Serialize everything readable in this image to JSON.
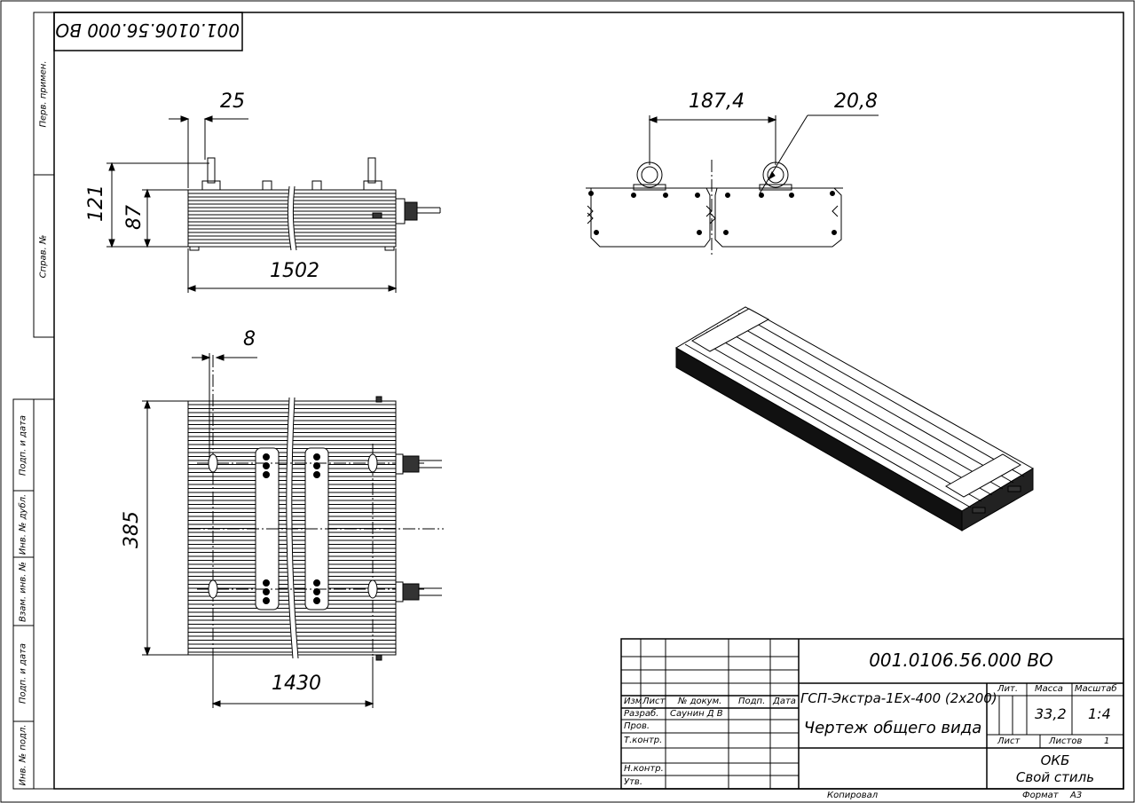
{
  "designation_rotated": "001.0106.56.000 ВО",
  "side_stamps": [
    "Перв. примен.",
    "Справ. №",
    "Подп. и дата",
    "Инв. № дубл.",
    "Взам. инв. №",
    "Подп. и дата",
    "Инв. № подл."
  ],
  "dimensions": {
    "d25": "25",
    "d121": "121",
    "d87": "87",
    "d1502": "1502",
    "d8": "8",
    "d385": "385",
    "d1430": "1430",
    "d187_4": "187,4",
    "d20_8": "20,8"
  },
  "title_block": {
    "designation": "001.0106.56.000 ВО",
    "product_name": "ГСП-Экстра-1Ех-400 (2х200)",
    "doc_name": "Чертеж общего вида",
    "col_izm": "Изм",
    "col_list": "Лист",
    "col_doc": "№ докум.",
    "col_sign": "Подп.",
    "col_date": "Дата",
    "row_razrab": "Разраб.",
    "razrab_name": "Саунин Д В",
    "row_prov": "Пров.",
    "row_tkontr": "Т.контр.",
    "row_nkontr": "Н.контр.",
    "row_utv": "Утв.",
    "lit_label": "Лит.",
    "mass_label": "Масса",
    "scale_label": "Масштаб",
    "mass_value": "33,2",
    "scale_value": "1:4",
    "sheet_label": "Лист",
    "sheets_label": "Листов",
    "sheets_value": "1",
    "org_line1": "ОКБ",
    "org_line2": "Свой стиль",
    "copied": "Копировал",
    "format_label": "Формат",
    "format_value": "А3"
  }
}
